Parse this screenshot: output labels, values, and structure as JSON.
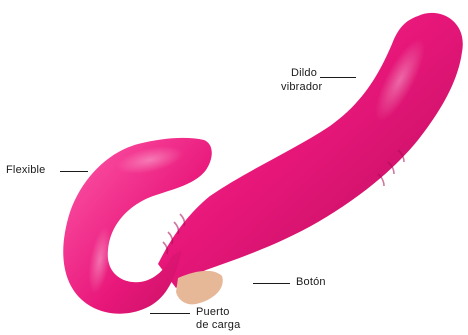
{
  "image": {
    "product_color": "#e8177a",
    "background_color": "#ffffff",
    "button_color": "#e6b898"
  },
  "callouts": {
    "dildo_line1": "Dildo",
    "dildo_line2": "vibrador",
    "flexible": "Flexible",
    "button": "Botón",
    "port_line1": "Puerto",
    "port_line2": "de carga"
  }
}
